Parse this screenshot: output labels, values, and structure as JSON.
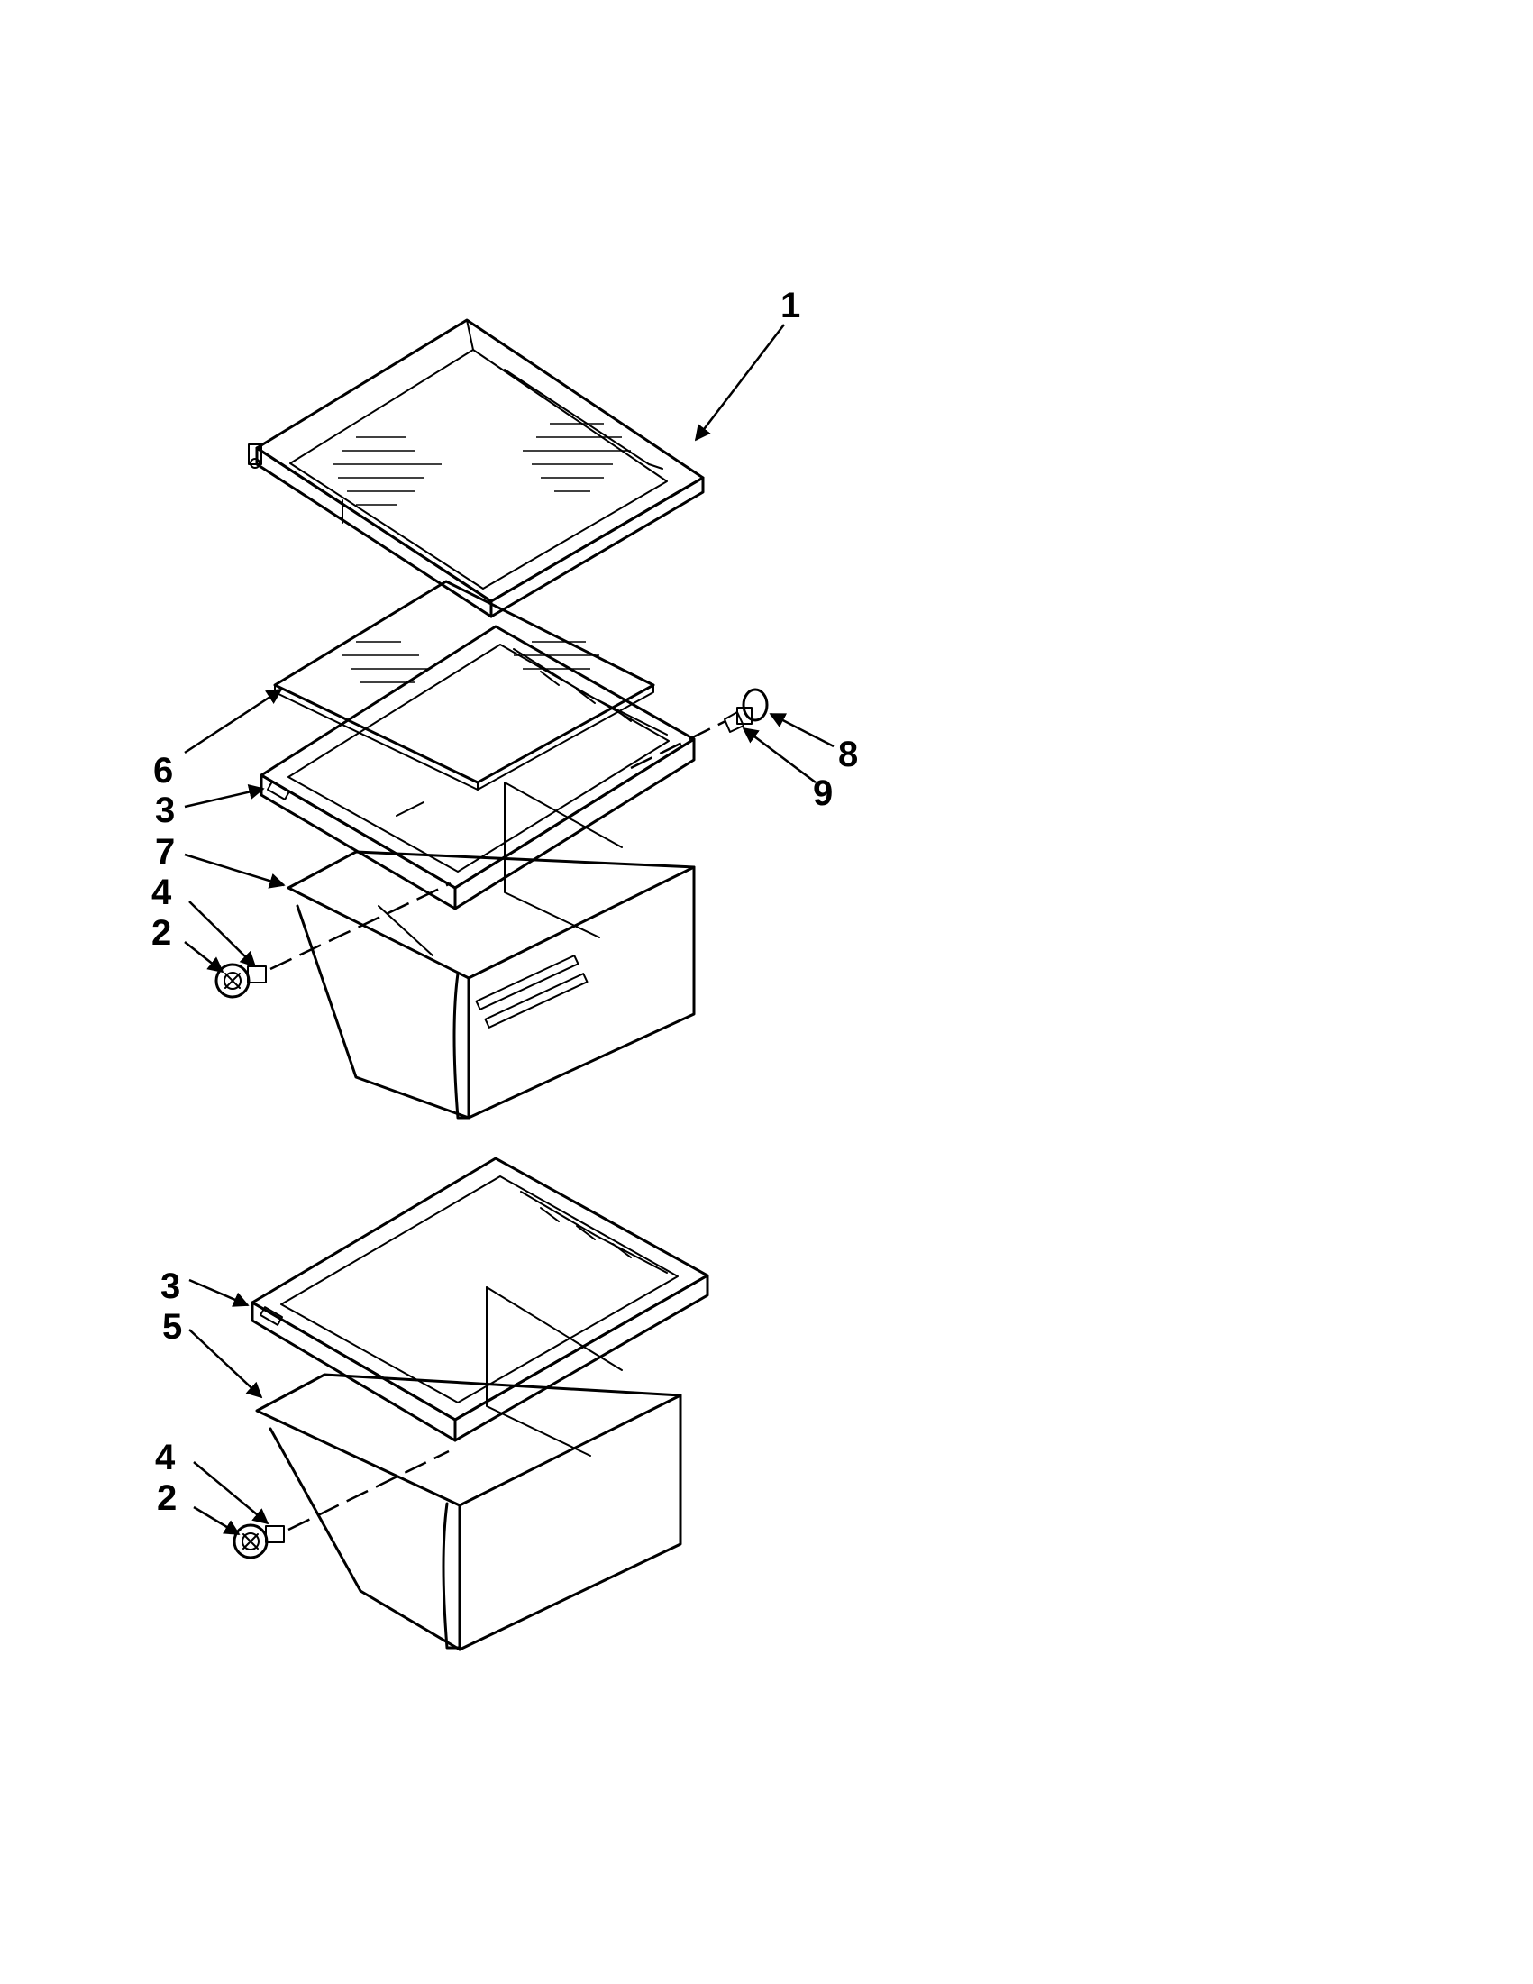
{
  "diagram": {
    "callouts": {
      "upper": [
        "1",
        "6",
        "3",
        "7",
        "4",
        "2",
        "8",
        "9"
      ],
      "lower": [
        "3",
        "5",
        "4",
        "2"
      ]
    }
  }
}
